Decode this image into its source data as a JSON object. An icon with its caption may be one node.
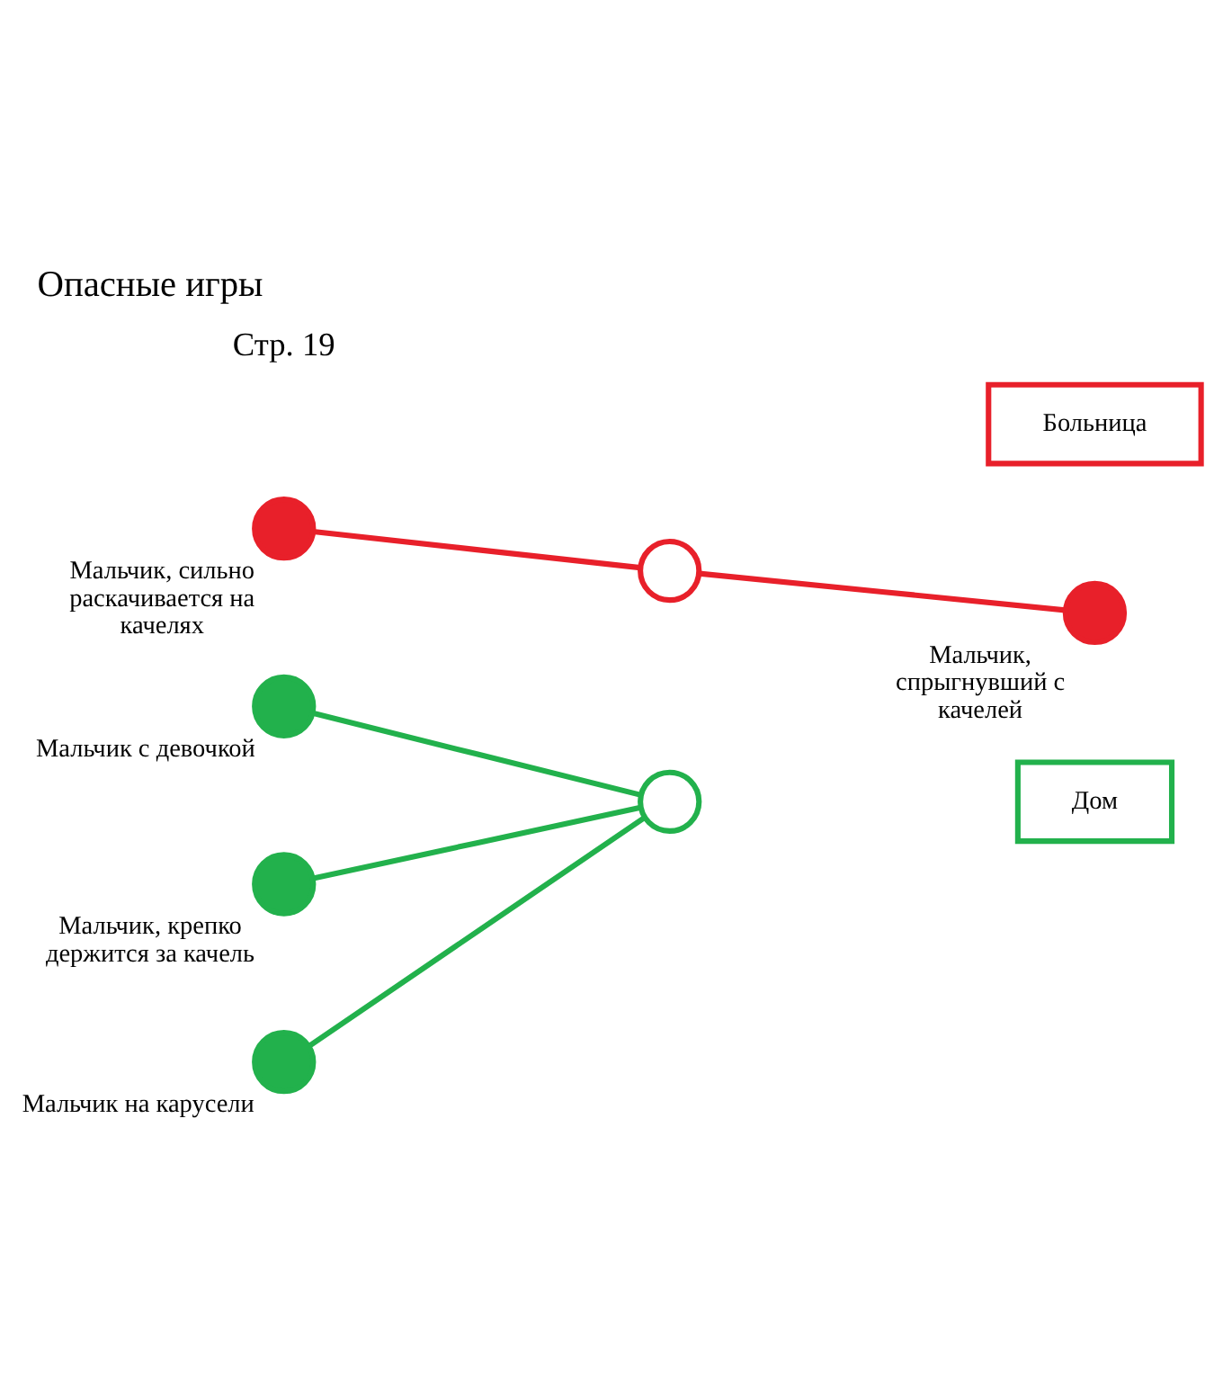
{
  "diagram": {
    "title": "Опасные игры",
    "nodes": [
      {
        "text": [
          "Больница"
        ]
      },
      {
        "text": [],
        "shape": "circle",
        "beside": [
          "Мальчик, сильно раскачивается на качелях"
        ]
      },
      {
        "text": [],
        "shape": "circle"
      },
      {
        "text": [],
        "shape": "circle",
        "beside": [
          "Мальчик, спрыгнувший с качелей"
        ]
      },
      {
        "text": [],
        "shape": "circle",
        "beside": [
          "Мальчик с девочкой"
        ]
      },
      {
        "text": [],
        "shape": "circle",
        "beside": [
          "Мальчик, крепко держится за качель"
        ]
      },
      {
        "text": [],
        "shape": "circle",
        "beside": [
          "Мальчик на карусели"
        ]
      },
      {
        "text": [],
        "shape": "circle"
      },
      {
        "text": [
          "Дом"
        ]
      }
    ],
    "edges": [
      {
        "from": 1,
        "to": 2,
        "arrow": "none",
        "color": "#e8202a"
      },
      {
        "from": 2,
        "to": 3,
        "arrow": "none",
        "color": "#e8202a"
      },
      {
        "from": 4,
        "to": 7,
        "arrow": "none"
      },
      {
        "from": 5,
        "to": 7,
        "arrow": "none"
      },
      {
        "from": 6,
        "to": 7,
        "arrow": "none"
      }
    ],
    "labels": [
      "Стр. 19"
    ]
  }
}
